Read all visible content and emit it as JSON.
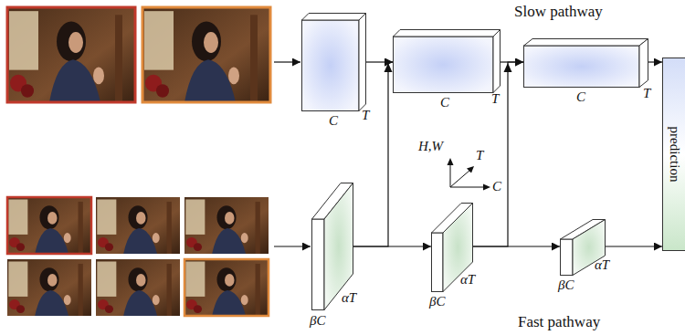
{
  "diagram": {
    "nodes": [
      {
        "text": [
          "C",
          "T"
        ]
      },
      {
        "text": [
          "C",
          "T"
        ]
      },
      {
        "text": [
          "C",
          "T"
        ]
      },
      {
        "text": [
          "αT",
          "βC"
        ]
      },
      {
        "text": [
          "αT",
          "βC"
        ]
      },
      {
        "text": [
          "αT",
          "βC"
        ]
      },
      {
        "text": [
          "prediction"
        ]
      }
    ],
    "edges": [
      {
        "from": 0,
        "to": 1,
        "arrow": "to"
      },
      {
        "from": 1,
        "to": 2,
        "arrow": "to"
      },
      {
        "from": 2,
        "to": 6,
        "arrow": "to"
      },
      {
        "from": 3,
        "to": 4,
        "arrow": "to"
      },
      {
        "from": 4,
        "to": 5,
        "arrow": "to"
      },
      {
        "from": 5,
        "to": 6,
        "arrow": "to"
      },
      {
        "from": 3,
        "to": 1,
        "arrow": "to"
      },
      {
        "from": 4,
        "to": 2,
        "arrow": "to"
      }
    ],
    "labels": [
      "Slow pathway",
      "H,W",
      "T",
      "C",
      "Fast pathway"
    ]
  }
}
